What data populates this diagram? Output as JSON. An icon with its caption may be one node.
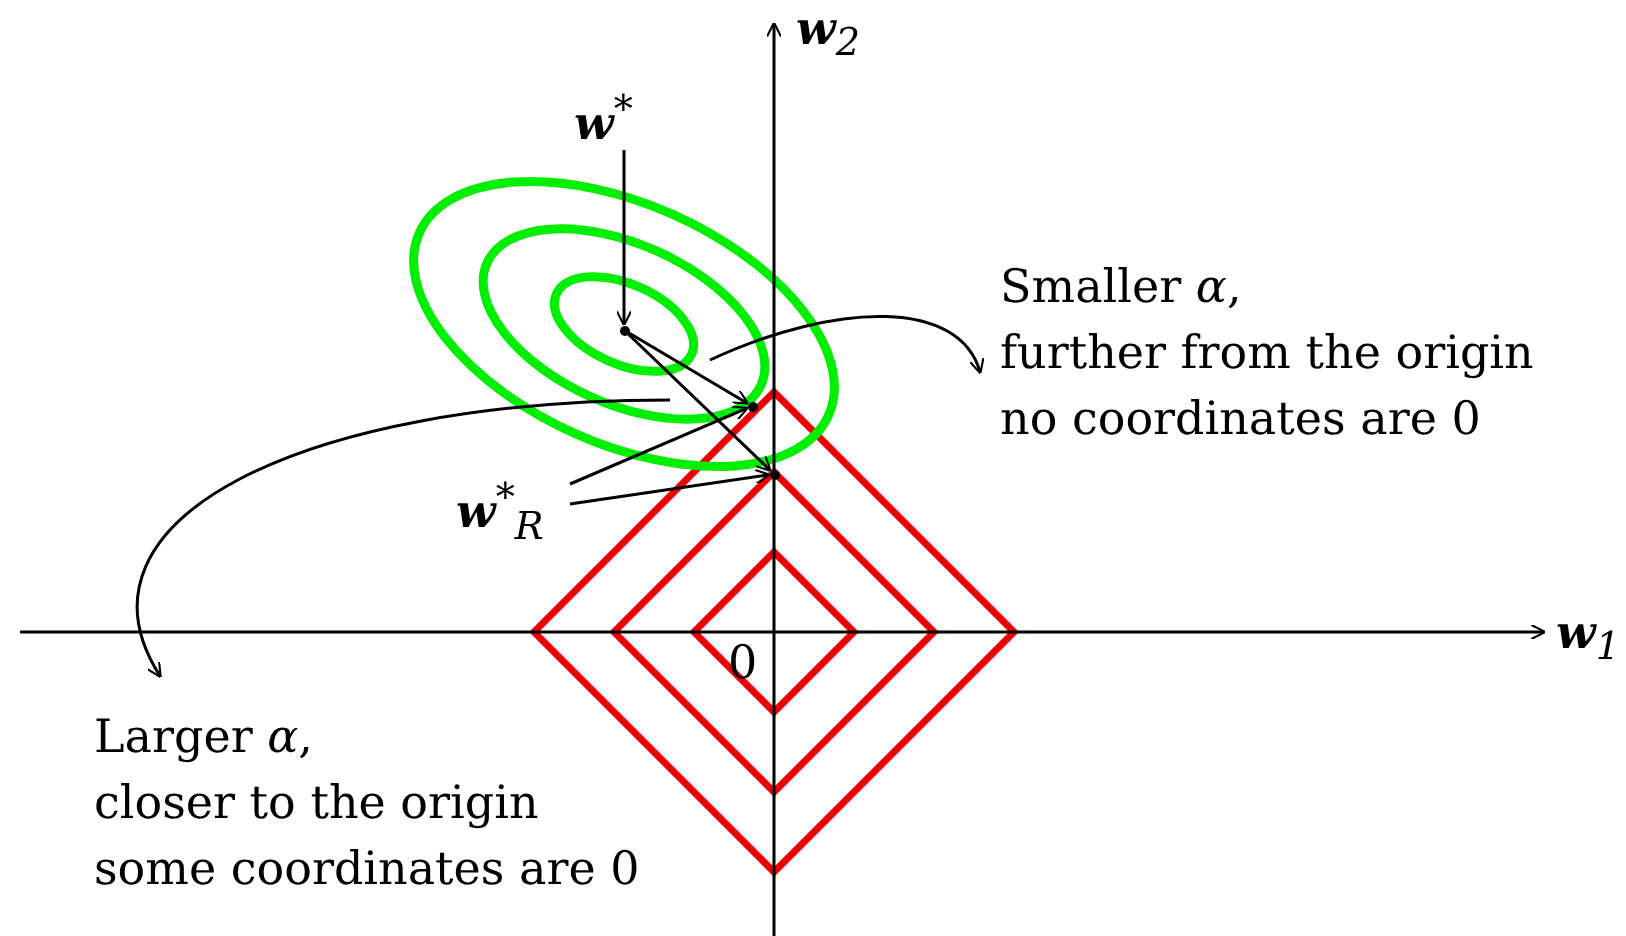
{
  "diagram": {
    "nodes": [
      {
        "text": [
          "**w**$^{*}$"
        ]
      },
      {
        "text": [],
        "shape": "point"
      },
      {
        "text": [],
        "shape": "point"
      },
      {
        "text": [],
        "shape": "point"
      },
      {
        "text": [
          "**w**$^{*}$$_{R}$"
        ]
      },
      {
        "text": [
          "Smaller *α*,",
          "further from the origin",
          "no coordinates are 0"
        ]
      },
      {
        "text": [
          "Larger *α*,",
          "closer to the origin",
          "some coordinates are 0"
        ]
      }
    ],
    "edges": [
      {
        "from": 0,
        "to": 1,
        "arrow": "to"
      },
      {
        "from": 1,
        "to": 2,
        "arrow": "to"
      },
      {
        "from": 1,
        "to": 3,
        "arrow": "to"
      },
      {
        "from": 4,
        "to": 2,
        "arrow": "to"
      },
      {
        "from": 4,
        "to": 3,
        "arrow": "to"
      },
      {
        "from": null,
        "to": 5,
        "arrow": "to"
      },
      {
        "from": null,
        "to": 6,
        "arrow": "to"
      }
    ],
    "labels": [
      "**w**$_{2}$",
      "**w**$_{1}$",
      "0"
    ]
  }
}
